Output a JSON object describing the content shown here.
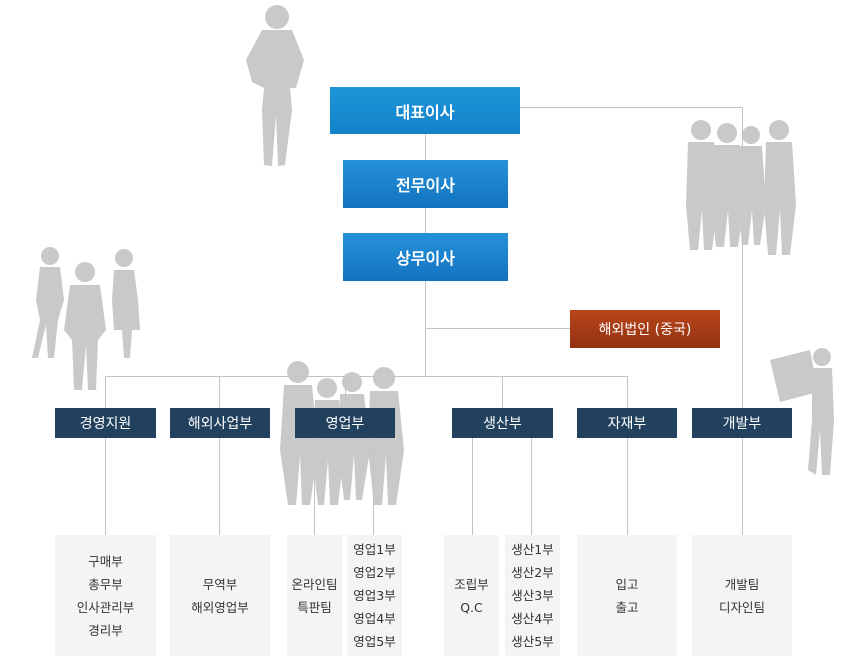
{
  "executives": {
    "ceo": "대표이사",
    "senior_md": "전무이사",
    "md": "상무이사"
  },
  "overseas": "해외법인 (중국)",
  "departments": {
    "management": "경영지원",
    "overseas_biz": "해외사업부",
    "sales": "영업부",
    "production": "생산부",
    "materials": "자재부",
    "development": "개발부"
  },
  "teams": {
    "management": [
      "구매부",
      "총무부",
      "인사관리부",
      "경리부"
    ],
    "overseas_biz": [
      "무역부",
      "해외영업부"
    ],
    "sales_online": [
      "온라인팀",
      "특판팀"
    ],
    "sales_divisions": [
      "영업1부",
      "영업2부",
      "영업3부",
      "영업4부",
      "영업5부"
    ],
    "production_qc": [
      "조립부",
      "Q.C"
    ],
    "production_divisions": [
      "생산1부",
      "생산2부",
      "생산3부",
      "생산4부",
      "생산5부"
    ],
    "materials": [
      "입고",
      "출고"
    ],
    "development": [
      "개발팀",
      "디자인팀"
    ]
  },
  "colors": {
    "executive_box": "#1a82cc",
    "overseas_box": "#a13a15",
    "department_box": "#22415f",
    "team_box": "#f4f4f4",
    "silhouette": "#c8c8c8",
    "connector": "#c4c4c4"
  }
}
